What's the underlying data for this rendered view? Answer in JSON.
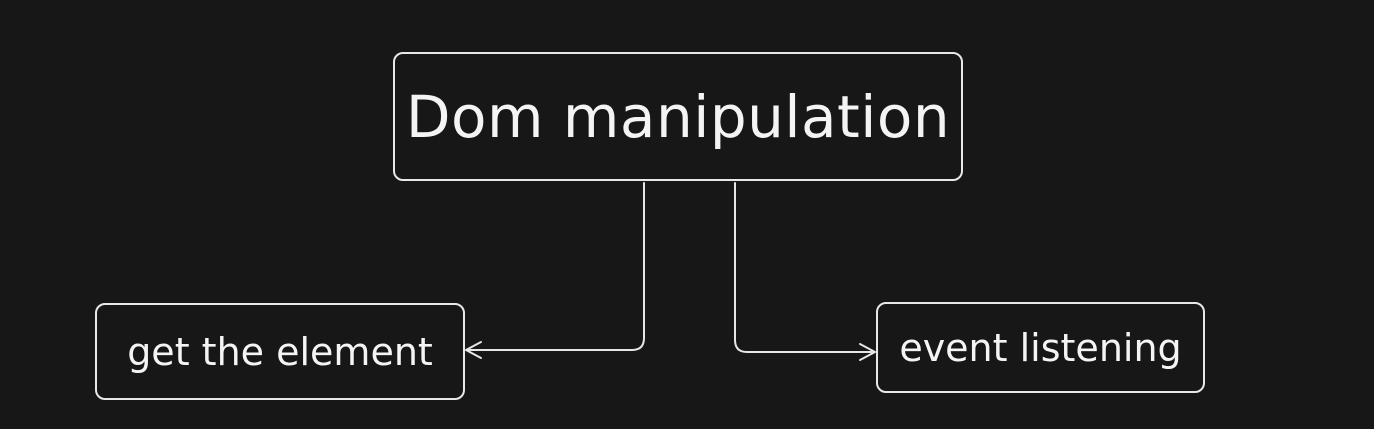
{
  "diagram": {
    "root": {
      "label": "Dom manipulation"
    },
    "children": [
      {
        "label": "get the element"
      },
      {
        "label": "event listening"
      }
    ]
  },
  "colors": {
    "background": "#171717",
    "stroke": "#e8e8e8",
    "text": "#f4f4f4"
  }
}
